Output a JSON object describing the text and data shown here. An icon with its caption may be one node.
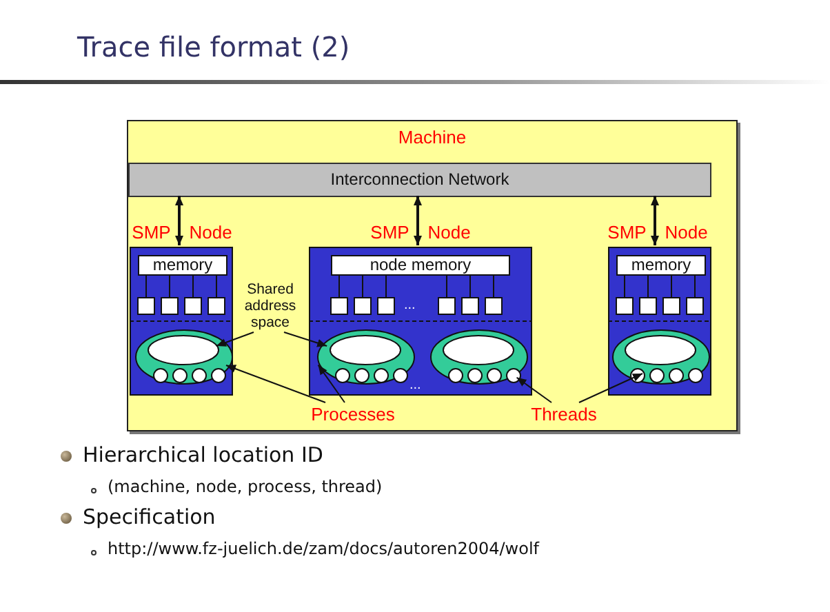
{
  "diagram": {
    "title": "Trace file format (2)",
    "nodes": [
      {
        "text": [
          "Machine"
        ]
      },
      {
        "text": [
          "Interconnection Network"
        ],
        "in": 0
      },
      {
        "text": [
          "SMP Node"
        ],
        "in": 0
      },
      {
        "text": [
          "memory"
        ],
        "in": 2
      },
      {
        "text": [],
        "shape": "ellipse",
        "in": 2
      },
      {
        "text": [],
        "shape": "ellipse",
        "in": 4
      },
      {
        "text": [],
        "shape": "circle",
        "in": 4
      },
      {
        "text": [],
        "shape": "circle",
        "in": 4
      },
      {
        "text": [],
        "shape": "circle",
        "in": 4
      },
      {
        "text": [],
        "shape": "circle",
        "in": 4
      },
      {
        "text": [
          "SMP Node"
        ],
        "in": 0
      },
      {
        "text": [
          "node memory"
        ],
        "in": 10
      },
      {
        "text": [],
        "shape": "ellipse",
        "in": 10
      },
      {
        "text": [],
        "shape": "ellipse",
        "in": 12
      },
      {
        "text": [],
        "shape": "circle",
        "in": 12
      },
      {
        "text": [],
        "shape": "circle",
        "in": 12
      },
      {
        "text": [],
        "shape": "circle",
        "in": 12
      },
      {
        "text": [],
        "shape": "circle",
        "in": 12
      },
      {
        "text": [],
        "shape": "ellipse",
        "in": 10
      },
      {
        "text": [],
        "shape": "ellipse",
        "in": 18
      },
      {
        "text": [],
        "shape": "circle",
        "in": 18
      },
      {
        "text": [],
        "shape": "circle",
        "in": 18
      },
      {
        "text": [],
        "shape": "circle",
        "in": 18
      },
      {
        "text": [],
        "shape": "circle",
        "in": 18
      },
      {
        "text": [
          "SMP Node"
        ],
        "in": 0
      },
      {
        "text": [
          "memory"
        ],
        "in": 24
      },
      {
        "text": [],
        "shape": "ellipse",
        "in": 24
      },
      {
        "text": [],
        "shape": "ellipse",
        "in": 26
      },
      {
        "text": [],
        "shape": "circle",
        "in": 26
      },
      {
        "text": [],
        "shape": "circle",
        "in": 26
      },
      {
        "text": [],
        "shape": "circle",
        "in": 26
      },
      {
        "text": [],
        "shape": "circle",
        "in": 26
      },
      {
        "text": [
          "Shared address space"
        ],
        "in": 0
      },
      {
        "text": [
          "Processes"
        ],
        "in": 0
      },
      {
        "text": [
          "Threads"
        ],
        "in": 0
      }
    ],
    "edges": [
      {
        "from": 1,
        "to": 2,
        "arrow": "both"
      },
      {
        "from": 1,
        "to": 10,
        "arrow": "both"
      },
      {
        "from": 1,
        "to": 24,
        "arrow": "both"
      },
      {
        "from": 32,
        "to": 5,
        "arrow": "to"
      },
      {
        "from": 32,
        "to": 13,
        "arrow": "to"
      },
      {
        "from": 33,
        "to": 4,
        "arrow": "to"
      },
      {
        "from": 33,
        "to": 12,
        "arrow": "to"
      },
      {
        "from": 34,
        "to": 23,
        "arrow": "to"
      },
      {
        "from": 34,
        "to": 28,
        "arrow": "to"
      }
    ],
    "labels": [
      "...",
      "...",
      "Hierarchical location ID",
      "(machine, node, process, thread)",
      "Specification",
      "http://www.fz-juelich.de/zam/docs/autoren2004/wolf"
    ]
  }
}
